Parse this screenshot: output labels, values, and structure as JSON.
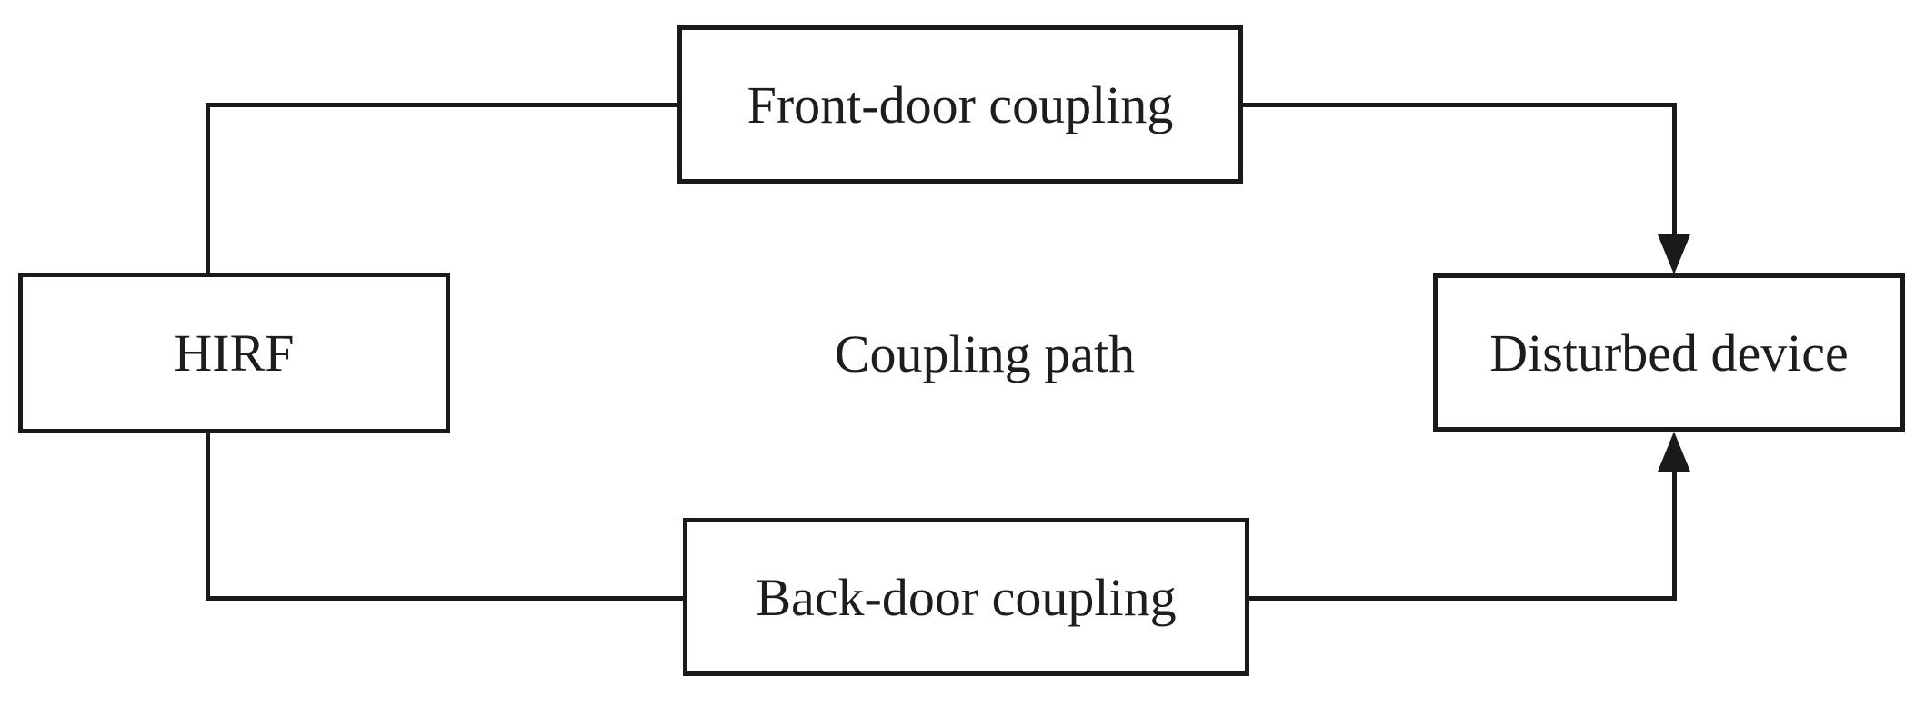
{
  "diagram": {
    "nodes": {
      "hirf": {
        "label": "HIRF"
      },
      "front_door": {
        "label": "Front-door coupling"
      },
      "back_door": {
        "label": "Back-door coupling"
      },
      "disturbed_device": {
        "label": "Disturbed device"
      },
      "coupling_path": {
        "label": "Coupling path"
      }
    },
    "edges": [
      {
        "from": "HIRF",
        "to": "Front-door coupling",
        "arrowhead": false
      },
      {
        "from": "Front-door coupling",
        "to": "Disturbed device",
        "arrowhead": true,
        "enters": "top"
      },
      {
        "from": "HIRF",
        "to": "Back-door coupling",
        "arrowhead": false
      },
      {
        "from": "Back-door coupling",
        "to": "Disturbed device",
        "arrowhead": true,
        "enters": "bottom"
      }
    ],
    "colors": {
      "line": "#1a1a1a",
      "text": "#1d1d1d",
      "background": "#ffffff"
    }
  }
}
